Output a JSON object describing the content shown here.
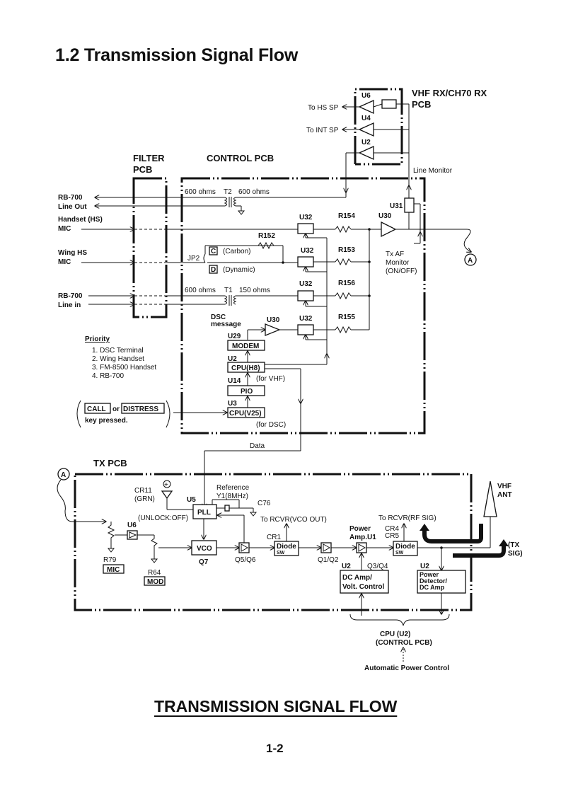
{
  "page": {
    "title": "1.2 Transmission Signal Flow",
    "caption": "TRANSMISSION SIGNAL FLOW",
    "page_number": "1-2"
  },
  "pcbs": {
    "vhf_rx": "VHF RX/CH70 RX",
    "vhf_rx_2": "PCB",
    "filter": "FILTER",
    "filter_2": "PCB",
    "control": "CONTROL PCB",
    "tx": "TX PCB"
  },
  "rx_section": {
    "u6": "U6",
    "u4": "U4",
    "u2": "U2",
    "to_hs_sp": "To HS SP",
    "to_int_sp": "To INT SP",
    "line_monitor": "Line Monitor"
  },
  "inputs": {
    "rb700_out_1": "RB-700",
    "rb700_out_2": "Line Out",
    "hs_mic_1": "Handset (HS)",
    "hs_mic_2": "MIC",
    "wing_mic_1": "Wing  HS",
    "wing_mic_2": "MIC",
    "rb700_in_1": "RB-700",
    "rb700_in_2": "Line in"
  },
  "control": {
    "t2_left": "600 ohms",
    "t2": "T2",
    "t2_right": "600 ohms",
    "t1_left": "600 ohms",
    "t1": "T1",
    "t1_right": "150 ohms",
    "r152": "R152",
    "jp2": "JP2",
    "c_box": "C",
    "carbon": "(Carbon)",
    "d_box": "D",
    "dynamic": "(Dynamic)",
    "u32": "U32",
    "r154": "R154",
    "r153": "R153",
    "r156": "R156",
    "r155": "R155",
    "u30": "U30",
    "u31": "U31",
    "tx_af_1": "Tx AF",
    "tx_af_2": "Monitor",
    "tx_af_3": "(ON/OFF)",
    "connector_a": "A",
    "dsc_1": "DSC",
    "dsc_2": "message",
    "u30_dsc": "U30",
    "u29": "U29",
    "modem": "MODEM",
    "u2": "U2",
    "cpu_h8": "CPU(H8)",
    "for_vhf": "(for VHF)",
    "u14": "U14",
    "pio": "PIO",
    "u3": "U3",
    "cpu_v25": "CPU(V25)",
    "for_dsc": "(for DSC)",
    "data": "Data"
  },
  "priority": {
    "title": "Priority",
    "items": [
      "1. DSC Terminal",
      "2. Wing Handset",
      "3. FM-8500 Handset",
      "4. RB-700"
    ]
  },
  "keys": {
    "call": "CALL",
    "or": "or",
    "distress": "DISTRESS",
    "pressed": "key pressed."
  },
  "tx": {
    "connector_a": "A",
    "cr11": "CR11",
    "grn": "(GRN)",
    "unlock": "(UNLOCK:OFF)",
    "u5": "U5",
    "pll": "PLL",
    "reference": "Reference",
    "y1": "Y1(8MHz)",
    "c76": "C76",
    "u6": "U6",
    "r79": "R79",
    "mic": "MIC",
    "r64": "R64",
    "mod": "MOD",
    "vco": "VCO",
    "q7": "Q7",
    "q5q6": "Q5/Q6",
    "to_rcvr_vco": "To RCVR(VCO OUT)",
    "cr1": "CR1",
    "diode": "Diode",
    "sw": "SW",
    "q1q2": "Q1/Q2",
    "power_amp_1": "Power",
    "power_amp_2": "Amp.U1",
    "q3q4": "Q3/Q4",
    "u2_dc": "U2",
    "dc_amp_1": "DC Amp/",
    "dc_amp_2": "Volt. Control",
    "to_rcvr_rf": "To RCVR(RF SIG)",
    "cr4": "CR4",
    "cr5": "CR5",
    "u2_pd": "U2",
    "pd_1": "Power",
    "pd_2": "Detector/",
    "pd_3": "DC Amp",
    "vhf_ant_1": "VHF",
    "vhf_ant_2": "ANT",
    "tx_sig_1": "(TX",
    "tx_sig_2": "SIG)",
    "cpu_u2": "CPU (U2)",
    "control_pcb": "(CONTROL PCB)",
    "apc": "Automatic Power Control"
  }
}
